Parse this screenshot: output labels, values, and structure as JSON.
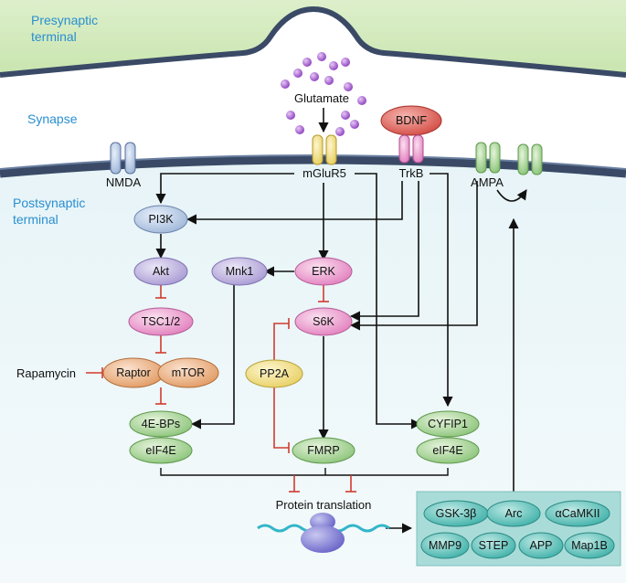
{
  "regions": {
    "presynaptic": [
      "Presynaptic",
      "terminal"
    ],
    "synapse": "Synapse",
    "postsynaptic": [
      "Postsynaptic",
      "terminal"
    ]
  },
  "receptors": {
    "nmda": "NMDA",
    "mglur5": "mGluR5",
    "trkb": "TrkB",
    "ampa": "AMPA"
  },
  "ligands": {
    "glutamate": "Glutamate",
    "bdnf": "BDNF"
  },
  "nodes": {
    "pi3k": "PI3K",
    "akt": "Akt",
    "tsc": "TSC1/2",
    "raptor": "Raptor",
    "mtor": "mTOR",
    "bps": "4E-BPs",
    "eif4e_left": "eIF4E",
    "mnk1": "Mnk1",
    "erk": "ERK",
    "s6k": "S6K",
    "pp2a": "PP2A",
    "fmrp": "FMRP",
    "cyfip1": "CYFIP1",
    "eif4e_right": "eIF4E"
  },
  "inhibitor": "Rapamycin",
  "translation_label": "Protein translation",
  "proteins": [
    "GSK-3β",
    "Arc",
    "αCaMKII",
    "MMP9",
    "STEP",
    "APP",
    "Map1B"
  ],
  "colors": {
    "presynaptic_fill": "#cfe8b5",
    "membrane": "#3a4a66",
    "region_text": "#2a8fd0",
    "inhibition": "#d23a2f",
    "glutamate": "#a25bd0",
    "protein_box": "#a9dcd9",
    "protein_oval": "#3fb1a9"
  }
}
